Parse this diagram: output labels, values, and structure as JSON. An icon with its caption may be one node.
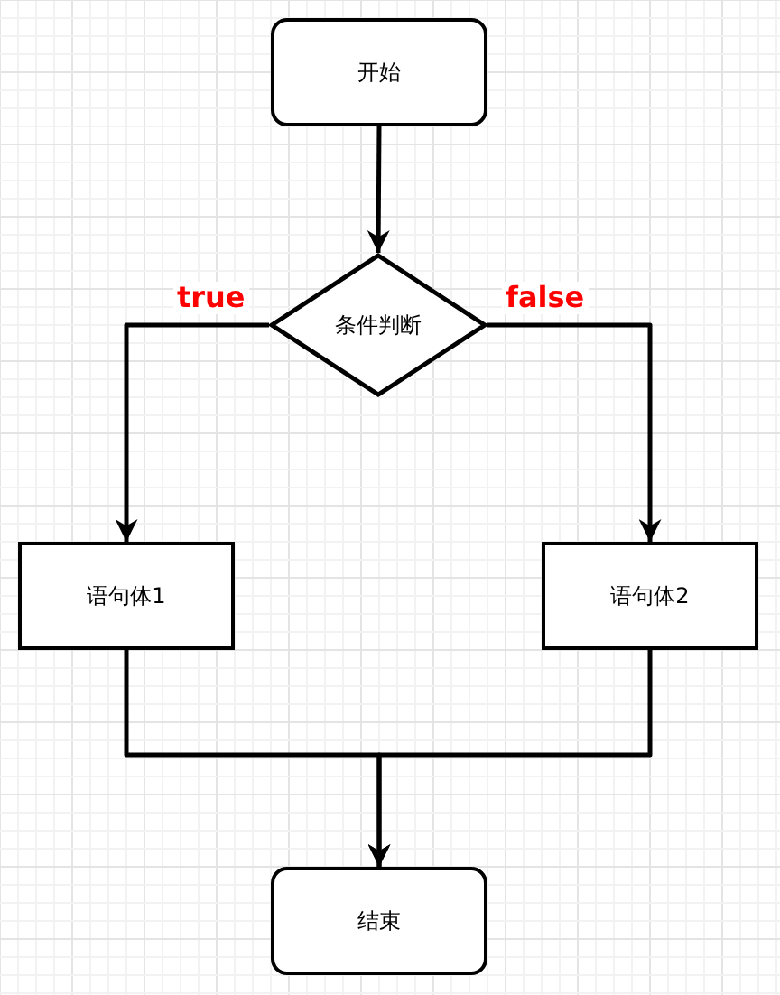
{
  "diagram": {
    "nodes": [
      {
        "text": [
          "开始"
        ]
      },
      {
        "text": [
          "条件判断"
        ]
      },
      {
        "text": [
          "语句体1"
        ]
      },
      {
        "text": [
          "语句体2"
        ]
      },
      {
        "text": [
          "结束"
        ]
      }
    ],
    "edges": [
      {
        "from": 0,
        "to": 1,
        "arrow": "to"
      },
      {
        "from": 1,
        "to": 2,
        "arrow": "to",
        "label": "true"
      },
      {
        "from": 1,
        "to": 3,
        "arrow": "to",
        "label": "false"
      },
      {
        "from": 2,
        "to": 4,
        "arrow": "to"
      },
      {
        "from": 3,
        "to": 4,
        "arrow": "to"
      }
    ]
  }
}
